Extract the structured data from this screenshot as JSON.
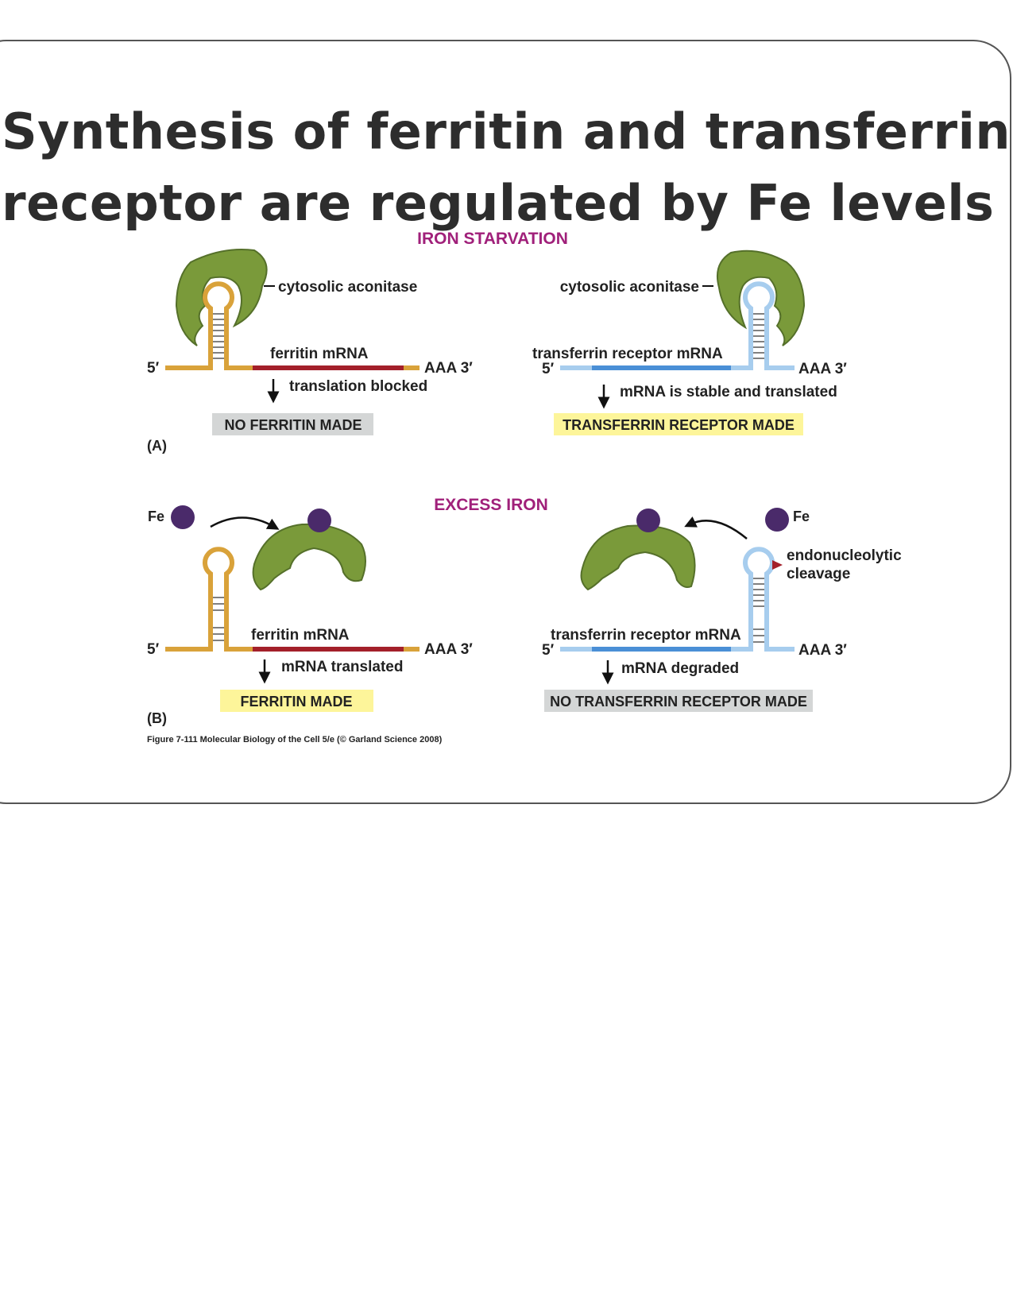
{
  "title": {
    "line1": "Synthesis of ferritin and transferrin",
    "line2": "receptor are regulated by Fe levels"
  },
  "panelA": {
    "heading": "IRON STARVATION",
    "panel_label": "(A)",
    "left": {
      "protein_label": "cytosolic aconitase",
      "mrna_label": "ferritin mRNA",
      "five_prime": "5′",
      "three_prime": "AAA 3′",
      "arrow_text": "translation blocked",
      "outcome": "NO FERRITIN MADE"
    },
    "right": {
      "protein_label": "cytosolic aconitase",
      "mrna_label": "transferrin receptor mRNA",
      "five_prime": "5′",
      "three_prime": "AAA 3′",
      "arrow_text": "mRNA is stable and translated",
      "outcome": "TRANSFERRIN RECEPTOR MADE"
    }
  },
  "panelB": {
    "heading": "EXCESS IRON",
    "panel_label": "(B)",
    "left": {
      "fe_label": "Fe",
      "mrna_label": "ferritin mRNA",
      "five_prime": "5′",
      "three_prime": "AAA 3′",
      "arrow_text": "mRNA translated",
      "outcome": "FERRITIN MADE"
    },
    "right": {
      "fe_label": "Fe",
      "cleavage_label_1": "endonucleolytic",
      "cleavage_label_2": "cleavage",
      "mrna_label": "transferrin receptor mRNA",
      "five_prime": "5′",
      "three_prime": "AAA 3′",
      "arrow_text": "mRNA degraded",
      "outcome": "NO TRANSFERRIN RECEPTOR MADE"
    }
  },
  "caption": "Figure 7-111  Molecular Biology of the Cell 5/e (© Garland Science 2008)",
  "colors": {
    "heading": "#a0207a",
    "ferritin_mrna": "#d9a23a",
    "ferritin_coding": "#a3202a",
    "tfr_mrna": "#a7cdee",
    "tfr_coding": "#4a8fd6",
    "aconitase": "#7a9a3a",
    "iron": "#4a2a6a",
    "highlight_yellow": "#fdf59a",
    "highlight_gray": "#d4d6d6"
  }
}
